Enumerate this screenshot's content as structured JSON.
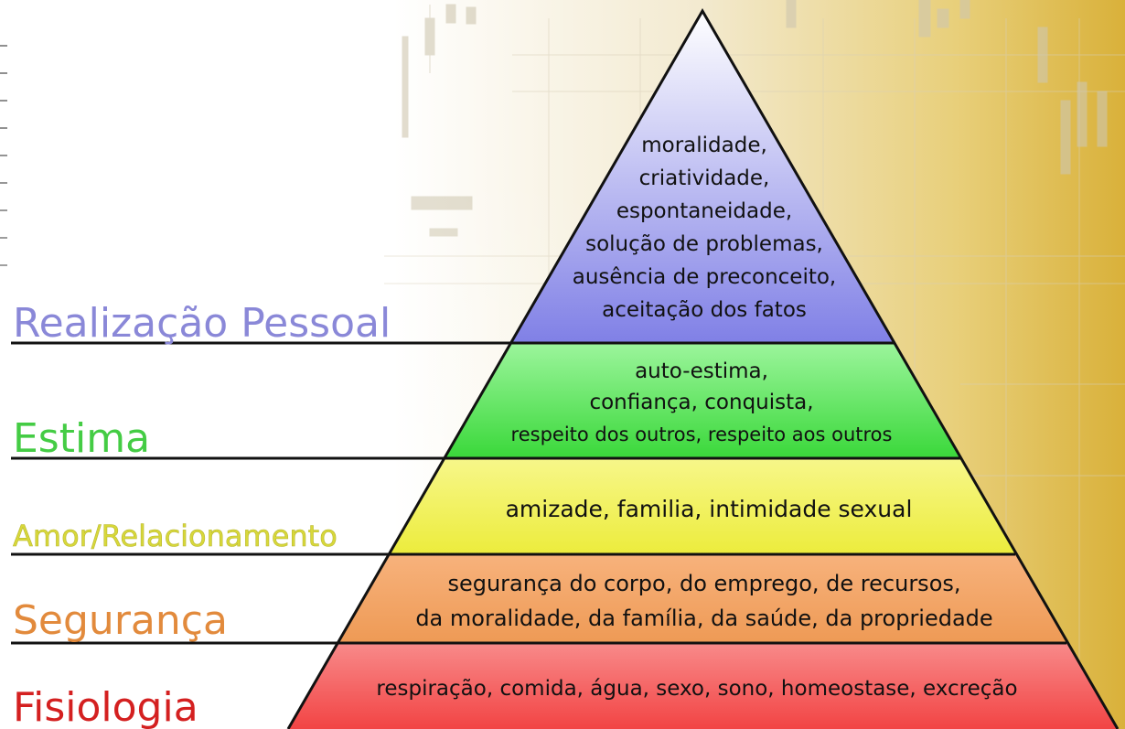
{
  "diagram": {
    "levels": [
      {
        "label": "Realização Pessoal",
        "label_color": "#8a88d8",
        "fill_color": "#8c8ce8",
        "content": [
          "moralidade,",
          "criatividade,",
          "espontaneidade,",
          "solução de problemas,",
          "ausência de preconceito,",
          "aceitação dos fatos"
        ]
      },
      {
        "label": "Estima",
        "label_color": "#44cc44",
        "fill_color": "#4fe04f",
        "content": [
          "auto-estima,",
          "confiança, conquista,",
          "respeito dos outros, respeito aos outros"
        ]
      },
      {
        "label": "Amor/Relacionamento",
        "label_color": "#e0e040",
        "fill_color": "#f0f050",
        "content": [
          "amizade, familia, intimidade sexual"
        ]
      },
      {
        "label": "Segurança",
        "label_color": "#e28a3c",
        "fill_color": "#f0a060",
        "content": [
          "segurança do corpo, do emprego, de recursos,",
          "da moralidade, da família, da saúde, da propriedade"
        ]
      },
      {
        "label": "Fisiologia",
        "label_color": "#d42020",
        "fill_color": "#f55555",
        "content": [
          "respiração, comida, água, sexo, sono, homeostase, excreção"
        ]
      }
    ]
  }
}
